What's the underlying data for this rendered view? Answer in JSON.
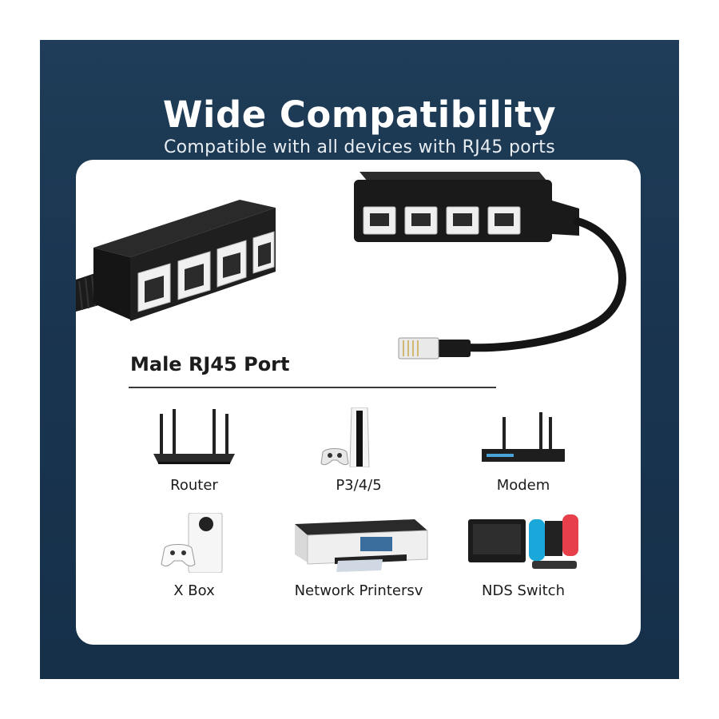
{
  "header": {
    "title": "Wide Compatibility",
    "subtitle": "Compatible with all devices with RJ45 ports"
  },
  "product": {
    "port_label": "Male RJ45 Port"
  },
  "devices": [
    {
      "label": "Router",
      "icon": "router-icon"
    },
    {
      "label": "P3/4/5",
      "icon": "game-console-icon"
    },
    {
      "label": "Modem",
      "icon": "modem-icon"
    },
    {
      "label": "X Box",
      "icon": "xbox-icon"
    },
    {
      "label": "Network Printersv",
      "icon": "printer-icon"
    },
    {
      "label": "NDS Switch",
      "icon": "switch-console-icon"
    }
  ],
  "colors": {
    "panel": "#1a3550",
    "card": "#ffffff",
    "text_dark": "#1c1c1c",
    "title_text": "#ffffff"
  }
}
